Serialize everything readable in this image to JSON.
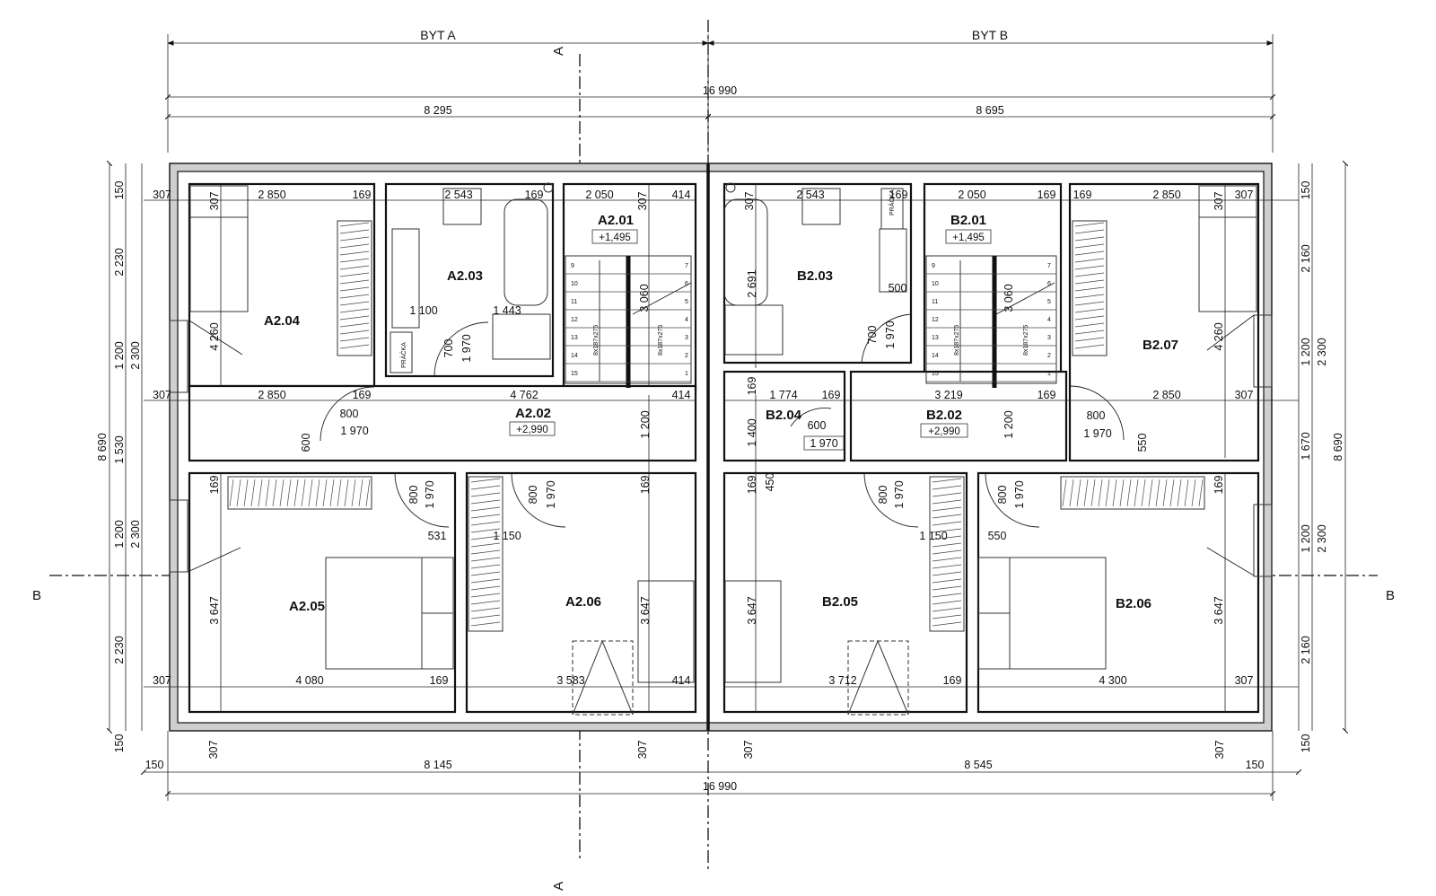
{
  "headers": {
    "left": "BYT A",
    "right": "BYT B"
  },
  "section_marks": {
    "a": "A",
    "b": "B"
  },
  "dims_top": {
    "total": "16 990",
    "left": "8 295",
    "right": "8 695"
  },
  "dims_bottom": {
    "total": "16 990",
    "left": "8 145",
    "right": "8 545",
    "edge": "150",
    "wall": "307"
  },
  "dims_left": {
    "total": "8 690",
    "a": "150",
    "b": "2 230",
    "c": "2 300",
    "d": "1 200",
    "e": "1 530",
    "f": "2 300",
    "g": "1 200",
    "h": "2 230",
    "i": "150"
  },
  "dims_right": {
    "total": "8 690",
    "a": "150",
    "b": "2 160",
    "c": "2 300",
    "d": "1 200",
    "e": "1 670",
    "f": "2 300",
    "g": "1 200",
    "h": "2 160",
    "i": "150"
  },
  "rooms": [
    {
      "id": "A2.01",
      "level": "+1,495"
    },
    {
      "id": "A2.02",
      "level": "+2,990"
    },
    {
      "id": "A2.03"
    },
    {
      "id": "A2.04"
    },
    {
      "id": "A2.05"
    },
    {
      "id": "A2.06"
    },
    {
      "id": "B2.01",
      "level": "+1,495"
    },
    {
      "id": "B2.02",
      "level": "+2,990"
    },
    {
      "id": "B2.03"
    },
    {
      "id": "B2.04"
    },
    {
      "id": "B2.05"
    },
    {
      "id": "B2.06"
    },
    {
      "id": "B2.07"
    }
  ],
  "room_dims": {
    "a04_w": "2 850",
    "a04_wb": "2 850",
    "a04_l": "307",
    "a04_r": "169",
    "a04_lb": "307",
    "a04_rb": "169",
    "a04_in": "307",
    "a04_door": "4 260",
    "a03_w": "2 543",
    "a03_r": "169",
    "a03_in": "1 100",
    "a03_in2": "1 443",
    "a03_h": "700",
    "a03_h2": "1 970",
    "pracka": "PRÁČKA",
    "a01_w": "2 050",
    "a01_l": "307",
    "a01_r": "414",
    "a01_stair": "3 060",
    "stair_a": "8x187x275",
    "stair_b": "8x187x275",
    "a02_w": "4 762",
    "a02_r": "414",
    "a02_h": "1 200",
    "a02_d1": "800",
    "a02_d2": "1 970",
    "a02_d3": "600",
    "a05_d1": "800",
    "a05_d2": "1 970",
    "a05_t": "169",
    "a05_h": "3 647",
    "a05_w": "4 080",
    "a05_l": "307",
    "a05_r": "169",
    "a05_s": "531",
    "a06_d1": "800",
    "a06_d2": "1 970",
    "a06_s": "1 150",
    "a06_h": "3 647",
    "a06_t": "169",
    "a06_w": "3 583",
    "a06_r": "414",
    "b03_w": "2 543",
    "b03_l": "307",
    "b03_r": "169",
    "b03_h": "2 691",
    "b03_s": "500",
    "b03_d1": "700",
    "b03_d2": "1 970",
    "b01_w": "2 050",
    "b01_r": "169",
    "b01_stair": "3 060",
    "b04_w": "1 774",
    "b04_r": "169",
    "b04_t": "169",
    "b04_h": "1 400",
    "b04_d1": "600",
    "b04_d2": "1 970",
    "b04_x": "450",
    "b02_w": "3 219",
    "b02_r": "169",
    "b02_h": "1 200",
    "b07_w": "2 850",
    "b07_wb": "2 850",
    "b07_l": "169",
    "b07_r": "307",
    "b07_rb": "307",
    "b07_in": "307",
    "b07_door": "4 260",
    "b07_d1": "800",
    "b07_d2": "1 970",
    "b07_x": "550",
    "b05_d1": "800",
    "b05_d2": "1 970",
    "b05_t": "169",
    "b05_h": "3 647",
    "b05_w": "3 712",
    "b05_r": "169",
    "b05_s": "1 150",
    "b06_d1": "800",
    "b06_d2": "1 970",
    "b06_s": "550",
    "b06_t": "169",
    "b06_h": "3 647",
    "b06_w": "4 300",
    "b06_r": "307"
  },
  "stair_numbers_a": [
    "9",
    "10",
    "11",
    "12",
    "13",
    "14",
    "15"
  ],
  "stair_numbers_b": [
    "7",
    "6",
    "5",
    "4",
    "3",
    "2",
    "1"
  ]
}
